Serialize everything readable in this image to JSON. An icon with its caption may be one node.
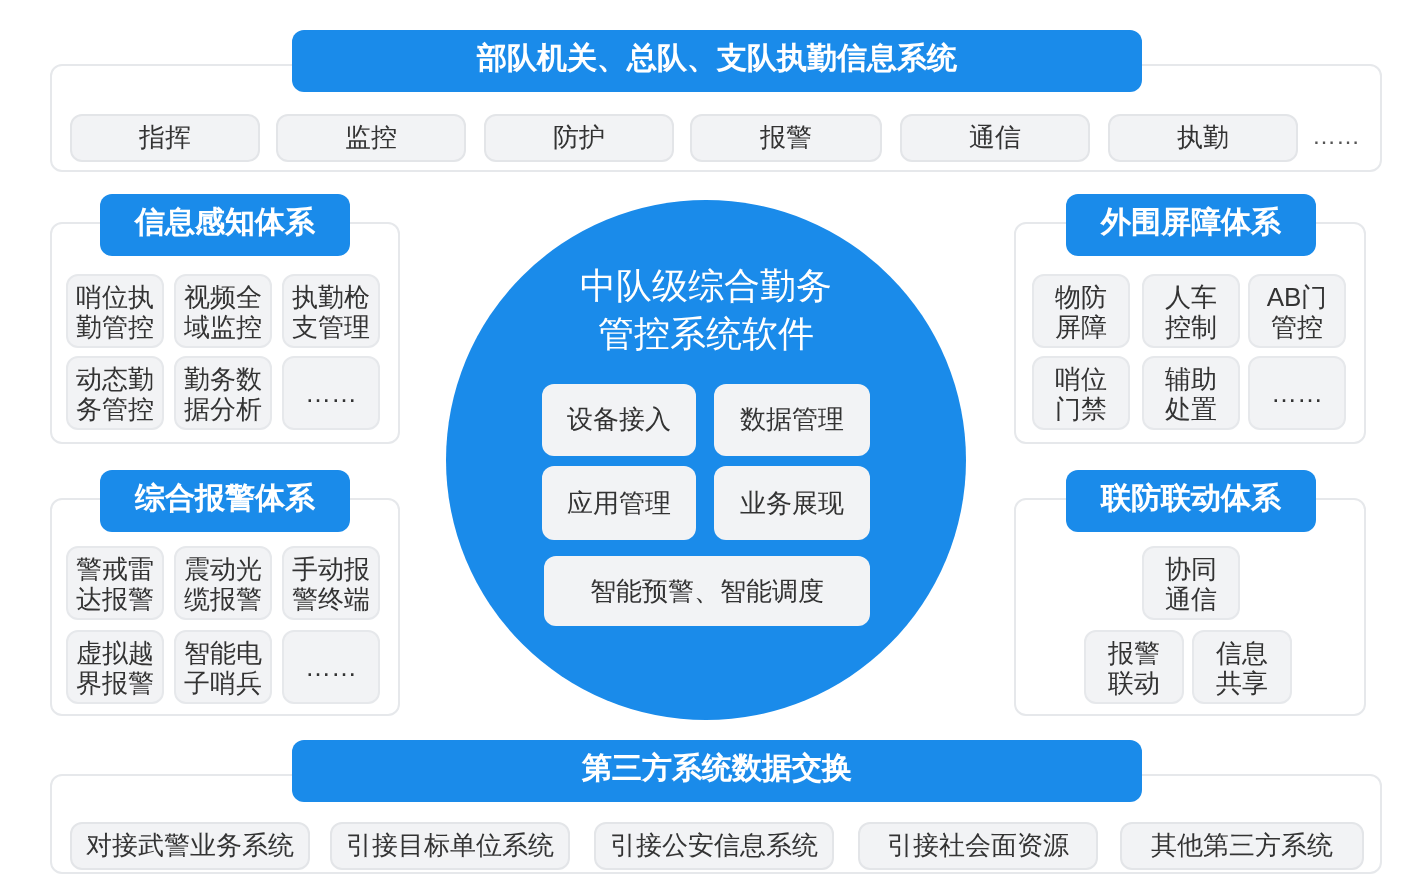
{
  "diagram": {
    "nodes": [
      {
        "text": [
          "部队机关、总队、支队执勤信息系统"
        ]
      },
      {
        "text": [
          "指挥"
        ],
        "in": 0
      },
      {
        "text": [
          "监控"
        ],
        "in": 0
      },
      {
        "text": [
          "防护"
        ],
        "in": 0
      },
      {
        "text": [
          "报警"
        ],
        "in": 0
      },
      {
        "text": [
          "通信"
        ],
        "in": 0
      },
      {
        "text": [
          "执勤"
        ],
        "in": 0
      },
      {
        "text": [
          "信息感知体系"
        ]
      },
      {
        "text": [
          "哨位执勤管控"
        ],
        "in": 7
      },
      {
        "text": [
          "视频全域监控"
        ],
        "in": 7
      },
      {
        "text": [
          "执勤枪支管理"
        ],
        "in": 7
      },
      {
        "text": [
          "动态勤务管控"
        ],
        "in": 7
      },
      {
        "text": [
          "勤务数据分析"
        ],
        "in": 7
      },
      {
        "text": [
          "……"
        ],
        "in": 7
      },
      {
        "text": [
          "中队级综合勤务管控系统软件"
        ]
      },
      {
        "text": [
          "设备接入"
        ],
        "in": 14
      },
      {
        "text": [
          "数据管理"
        ],
        "in": 14
      },
      {
        "text": [
          "应用管理"
        ],
        "in": 14
      },
      {
        "text": [
          "业务展现"
        ],
        "in": 14
      },
      {
        "text": [
          "智能预警、智能调度"
        ],
        "in": 14
      },
      {
        "text": [
          "外围屏障体系"
        ]
      },
      {
        "text": [
          "物防屏障"
        ],
        "in": 20
      },
      {
        "text": [
          "人车控制"
        ],
        "in": 20
      },
      {
        "text": [
          "AB门管控"
        ],
        "in": 20
      },
      {
        "text": [
          "哨位门禁"
        ],
        "in": 20
      },
      {
        "text": [
          "辅助处置"
        ],
        "in": 20
      },
      {
        "text": [
          "……"
        ],
        "in": 20
      },
      {
        "text": [
          "综合报警体系"
        ]
      },
      {
        "text": [
          "警戒雷达报警"
        ],
        "in": 27
      },
      {
        "text": [
          "震动光缆报警"
        ],
        "in": 27
      },
      {
        "text": [
          "手动报警终端"
        ],
        "in": 27
      },
      {
        "text": [
          "虚拟越界报警"
        ],
        "in": 27
      },
      {
        "text": [
          "智能电子哨兵"
        ],
        "in": 27
      },
      {
        "text": [
          "……"
        ],
        "in": 27
      },
      {
        "text": [
          "联防联动体系"
        ]
      },
      {
        "text": [
          "协同通信"
        ],
        "in": 34
      },
      {
        "text": [
          "报警联动"
        ],
        "in": 34
      },
      {
        "text": [
          "信息共享"
        ],
        "in": 34
      },
      {
        "text": [
          "第三方系统数据交换"
        ]
      },
      {
        "text": [
          "对接武警业务系统"
        ],
        "in": 38
      },
      {
        "text": [
          "引接目标单位系统"
        ],
        "in": 38
      },
      {
        "text": [
          "引接公安信息系统"
        ],
        "in": 38
      },
      {
        "text": [
          "引接社会面资源"
        ],
        "in": 38
      },
      {
        "text": [
          "其他第三方系统"
        ],
        "in": 38
      }
    ],
    "labels": [
      "……"
    ]
  }
}
